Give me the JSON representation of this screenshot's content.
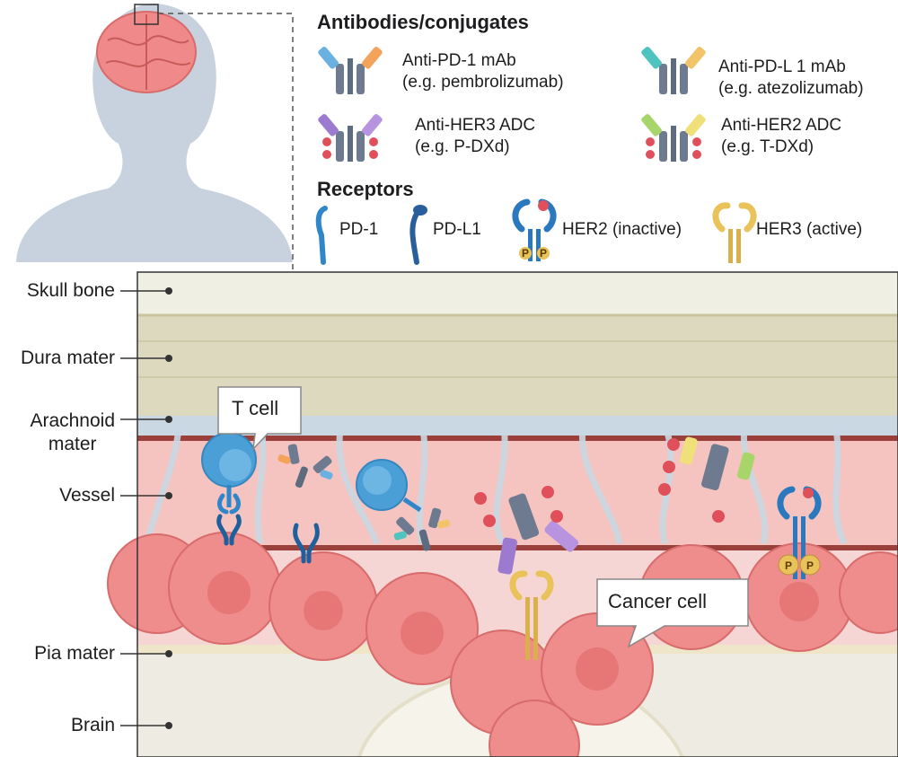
{
  "headings": {
    "antibodies": "Antibodies/conjugates",
    "receptors": "Receptors"
  },
  "antibodies": [
    {
      "name": "Anti-PD-1 mAb",
      "example": "(e.g. pembrolizumab)"
    },
    {
      "name": "Anti-PD-L 1 mAb",
      "example": "(e.g. atezolizumab)"
    },
    {
      "name": "Anti-HER3 ADC",
      "example": "(e.g. P-DXd)"
    },
    {
      "name": "Anti-HER2 ADC",
      "example": "(e.g. T-DXd)"
    }
  ],
  "receptors": [
    {
      "name": "PD-1"
    },
    {
      "name": "PD-L1"
    },
    {
      "name": "HER2 (inactive)"
    },
    {
      "name": "HER3 (active)"
    }
  ],
  "layers": [
    {
      "line1": "Skull bone",
      "line2": ""
    },
    {
      "line1": "Dura mater",
      "line2": ""
    },
    {
      "line1": "Arachnoid",
      "line2": "mater"
    },
    {
      "line1": "Vessel",
      "line2": ""
    },
    {
      "line1": "Pia mater",
      "line2": ""
    },
    {
      "line1": "Brain",
      "line2": ""
    }
  ],
  "callouts": {
    "t_cell": "T cell",
    "cancer_cell": "Cancer cell"
  },
  "phospho_mark": "P",
  "colors": {
    "head_silhouette": "#c7d2de",
    "brain": "#f08a8a",
    "skull_bone": "#f0efe3",
    "dura_mater": "#dcd9bf",
    "arachnoid": "#c9d8e3",
    "vessel": "#f6c4c0",
    "cancer_cell": "#ef8c8c",
    "t_cell": "#4a9fd6",
    "pd1_receptor": "#2f86c8",
    "her2_receptor": "#2a78be",
    "her3_receptor": "#e9c25a",
    "antibody_body": "#5d6b80",
    "payload": "#e0505a"
  }
}
